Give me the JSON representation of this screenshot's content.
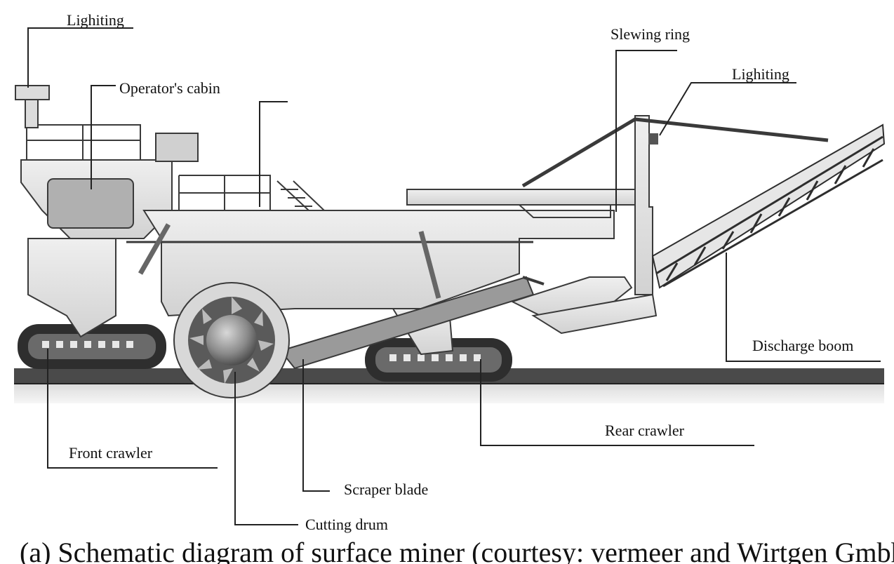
{
  "labels": {
    "lighting_left": "Lighiting",
    "operators_cabin": "Operator's cabin",
    "slewing_ring": "Slewing ring",
    "lighting_right": "Lighiting",
    "discharge_boom": "Discharge boom",
    "rear_crawler": "Rear crawler",
    "front_crawler": "Front crawler",
    "scraper_blade": "Scraper blade",
    "cutting_drum": "Cutting drum"
  },
  "caption": "(a) Schematic diagram of surface miner (courtesy: vermeer and Wirtgen Gmbh)",
  "colors": {
    "body_fill": "#e4e4e4",
    "outline": "#3a3a3a",
    "ground": "#5a5a5a",
    "track": "#2e2e2e",
    "drum": "#7a7a7a",
    "leader": "#222222"
  }
}
